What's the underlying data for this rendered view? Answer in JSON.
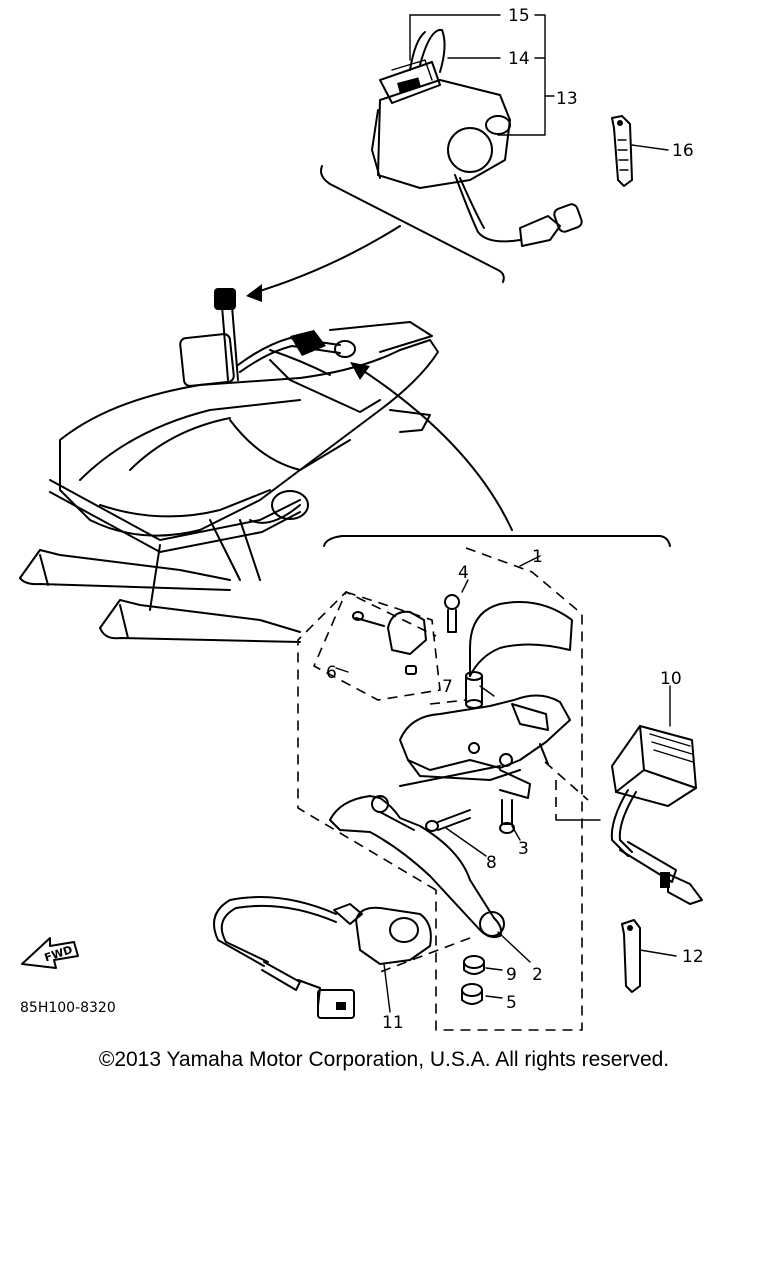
{
  "diagram": {
    "part_code": "85H100-8320",
    "fwd_label": "FWD",
    "callouts": [
      "1",
      "2",
      "3",
      "4",
      "5",
      "6",
      "7",
      "8",
      "9",
      "10",
      "11",
      "12",
      "13",
      "14",
      "15",
      "16"
    ]
  },
  "footer": {
    "copyright": "©2013 Yamaha Motor Corporation, U.S.A. All rights reserved."
  }
}
